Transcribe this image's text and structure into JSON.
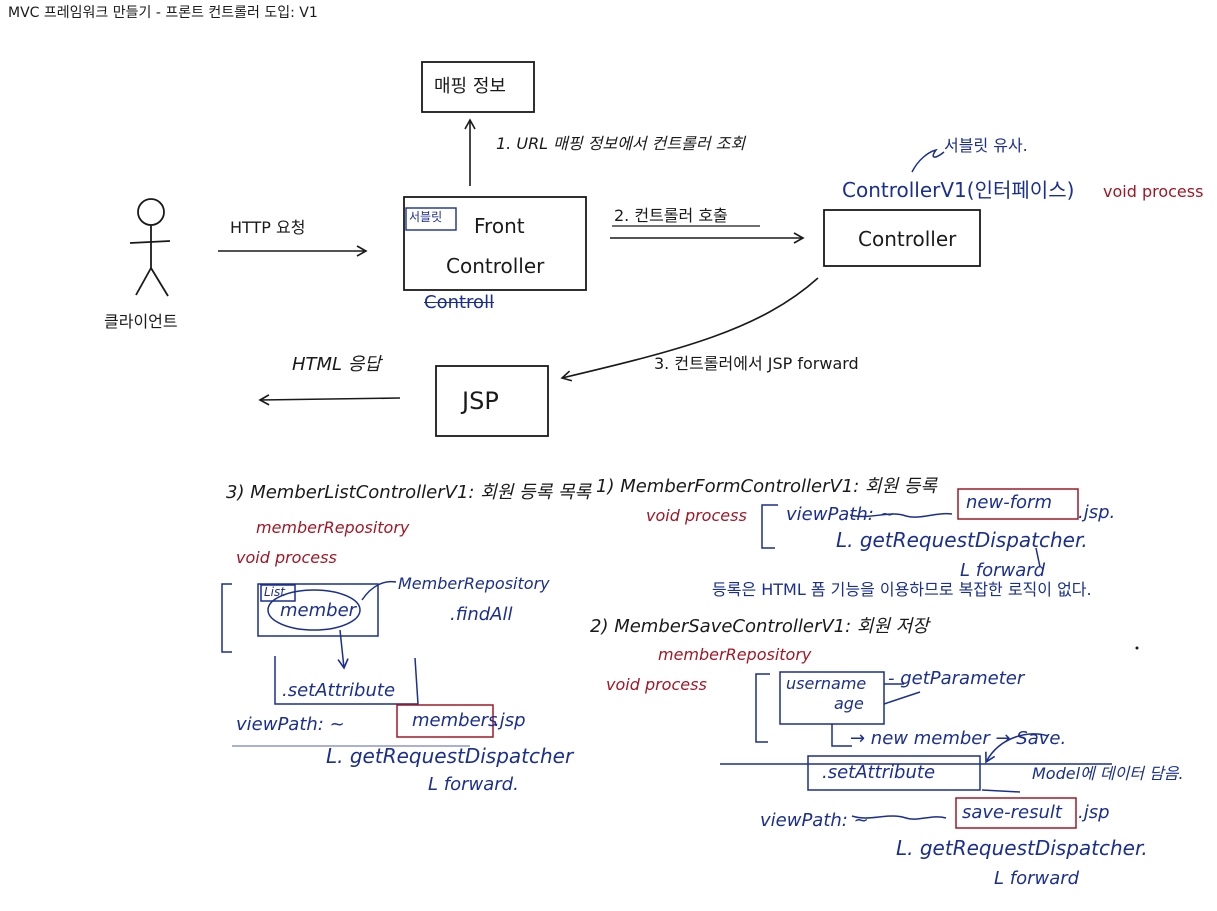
{
  "title": "MVC 프레임워크 만들기 - 프론트 컨트롤러 도입: V1",
  "boxes": {
    "mapping": "매핑 정보",
    "front_servlet_tag": "서블릿",
    "front_line1": "Front",
    "front_line2": "Controller",
    "front_crossed": "Controll",
    "controller": "Controller",
    "jsp": "JSP"
  },
  "actor": {
    "label": "클라이언트"
  },
  "arrows": {
    "http_request": "HTTP 요청",
    "step1": "1. URL 매핑 정보에서 컨트롤러 조회",
    "step2": "2. 컨트롤러 호출",
    "step3": "3. 컨트롤러에서 JSP forward",
    "html_response": "HTML 응답"
  },
  "controller_note": {
    "servlet_similar": "서블릿 유사.",
    "interface": "ControllerV1(인터페이스)",
    "method": "void process"
  },
  "list_controller": {
    "title": "3) MemberListControllerV1: 회원 등록 목록",
    "repository": "memberRepository",
    "process": "void process",
    "list_tag": "List",
    "member": "member",
    "repo_call": "MemberRepository",
    "find_all": ".findAll",
    "set_attribute": ".setAttribute",
    "view_path": "viewPath: ~",
    "members_file": "members",
    "jsp_ext": ".jsp",
    "dispatcher": "L. getRequestDispatcher",
    "forward": "L forward."
  },
  "form_controller": {
    "title": "1) MemberFormControllerV1: 회원 등록",
    "process": "void process",
    "view_path": "viewPath: ~",
    "form_file": "new-form",
    "jsp_ext": ".jsp.",
    "dispatcher": "L. getRequestDispatcher.",
    "forward": "L forward",
    "note": "등록은 HTML 폼 기능을 이용하므로 복잡한 로직이 없다."
  },
  "save_controller": {
    "title": "2) MemberSaveControllerV1: 회원 저장",
    "repository": "memberRepository",
    "process": "void process",
    "param1": "username",
    "param2": "age",
    "get_parameter": "- getParameter",
    "new_member": "→ new member → Save.",
    "set_attribute": ".setAttribute",
    "model_note": "Model에 데이터 담음.",
    "view_path": "viewPath: ~",
    "result_file": "save-result",
    "jsp_ext": ".jsp",
    "dispatcher": "L. getRequestDispatcher.",
    "forward": "L forward"
  },
  "colors": {
    "ink": "#1a1a1a",
    "blue_ink": "#1b2f8f",
    "red_ink": "#a01826"
  }
}
